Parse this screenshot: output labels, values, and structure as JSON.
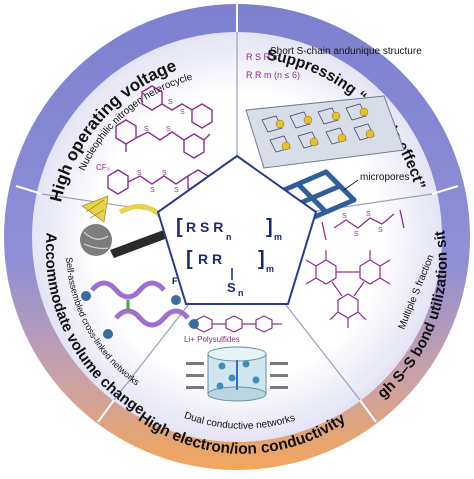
{
  "ring_labels": {
    "top_left": "High operating voltage",
    "top_right": "Suppressing “shuttle effect”",
    "right": "High S–S bond utilization sites",
    "bottom": "High electron/ion conductivity",
    "left": "Accommodate volume change"
  },
  "segment_labels": {
    "top_left": "Nucleophilic nitrogen heterocycle",
    "top_right": "Short S-chain andunique structure",
    "micropores": "micropores",
    "right": "Multiple S fraction",
    "bottom": "Dual conductive networks",
    "bottom_polysulfides": "Li+ Polysulfides",
    "left": "Self-assembled cross-linked networks",
    "left_F": "F",
    "short_chain_formula_1": "R S R m",
    "short_chain_formula_2": "R R m (n ≤ 6)"
  },
  "hub": {
    "formula_top": "R  S  R",
    "formula_top_sub_n": "n",
    "formula_top_sub_m": "m",
    "formula_bottom": "R  R",
    "formula_bottom_S": "S",
    "formula_bottom_sub_n": "n",
    "formula_bottom_sub_m": "m"
  },
  "colors": {
    "ring_outer": "#6f74c7",
    "ring_inner": "#eaeaf8",
    "ring_bottom": "#f2a65a",
    "divider": "#9aa0b8",
    "molecule": "#8a2f8a",
    "sulfur": "#e4c22a",
    "hub_border": "#2b3a8f",
    "hub_text": "#1b2a78"
  }
}
